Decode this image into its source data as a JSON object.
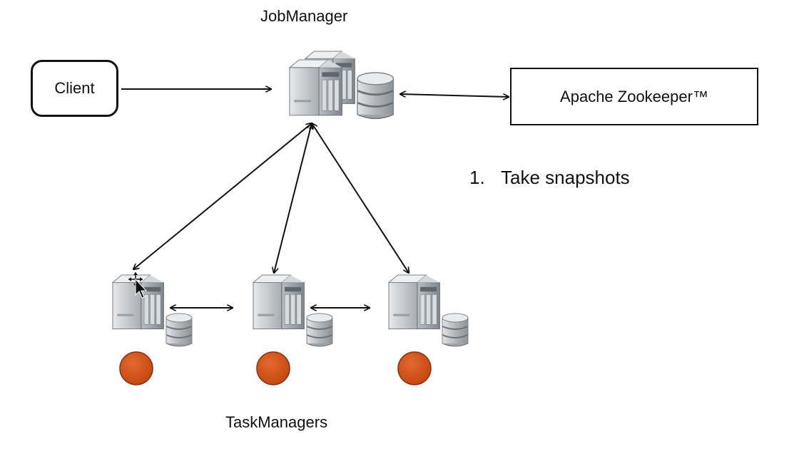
{
  "labels": {
    "jobmanager": "JobManager",
    "taskmanagers": "TaskManagers",
    "client": "Client",
    "zookeeper": "Apache Zookeeper™"
  },
  "steps": [
    {
      "number": "1.",
      "text": "Take snapshots"
    }
  ],
  "icons": {
    "server": "server-tower-icon",
    "database": "database-stack-icon",
    "task": "task-circle-icon",
    "cursor": "move-cursor-icon"
  },
  "colors": {
    "task_circle": "#d4531c",
    "task_circle_stroke": "#8a2f0c",
    "arrow": "#111111",
    "server_body": "#c9ccd0",
    "server_panel": "#8e959c",
    "db_body": "#b9bcbf"
  }
}
